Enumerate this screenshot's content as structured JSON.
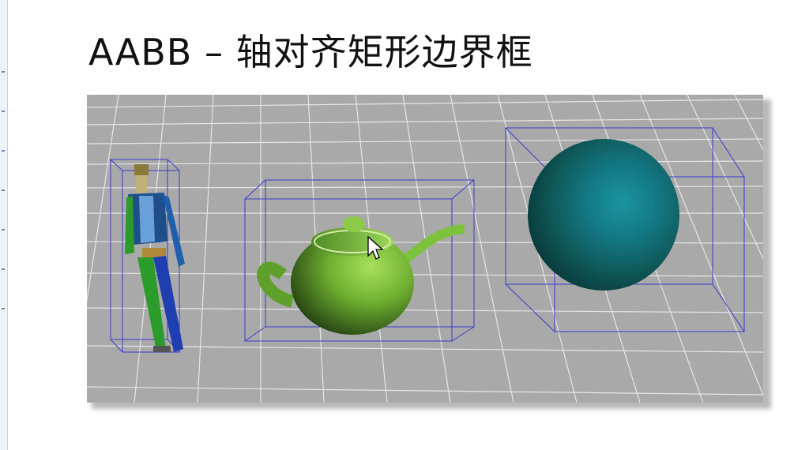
{
  "slide": {
    "title": "AABB – 轴对齐矩形边界框"
  },
  "scene": {
    "objects": [
      {
        "name": "human-figure",
        "color": "#2f8a2f",
        "accent": "#1f5fae"
      },
      {
        "name": "teapot",
        "color": "#7fc23c"
      },
      {
        "name": "sphere",
        "color": "#137a86"
      }
    ],
    "bounding_box_color": "#3a3ad0",
    "grid_color": "#ececec",
    "floor_color": "#a9a9a9"
  },
  "cursor": {
    "icon": "mouse-pointer-icon"
  }
}
